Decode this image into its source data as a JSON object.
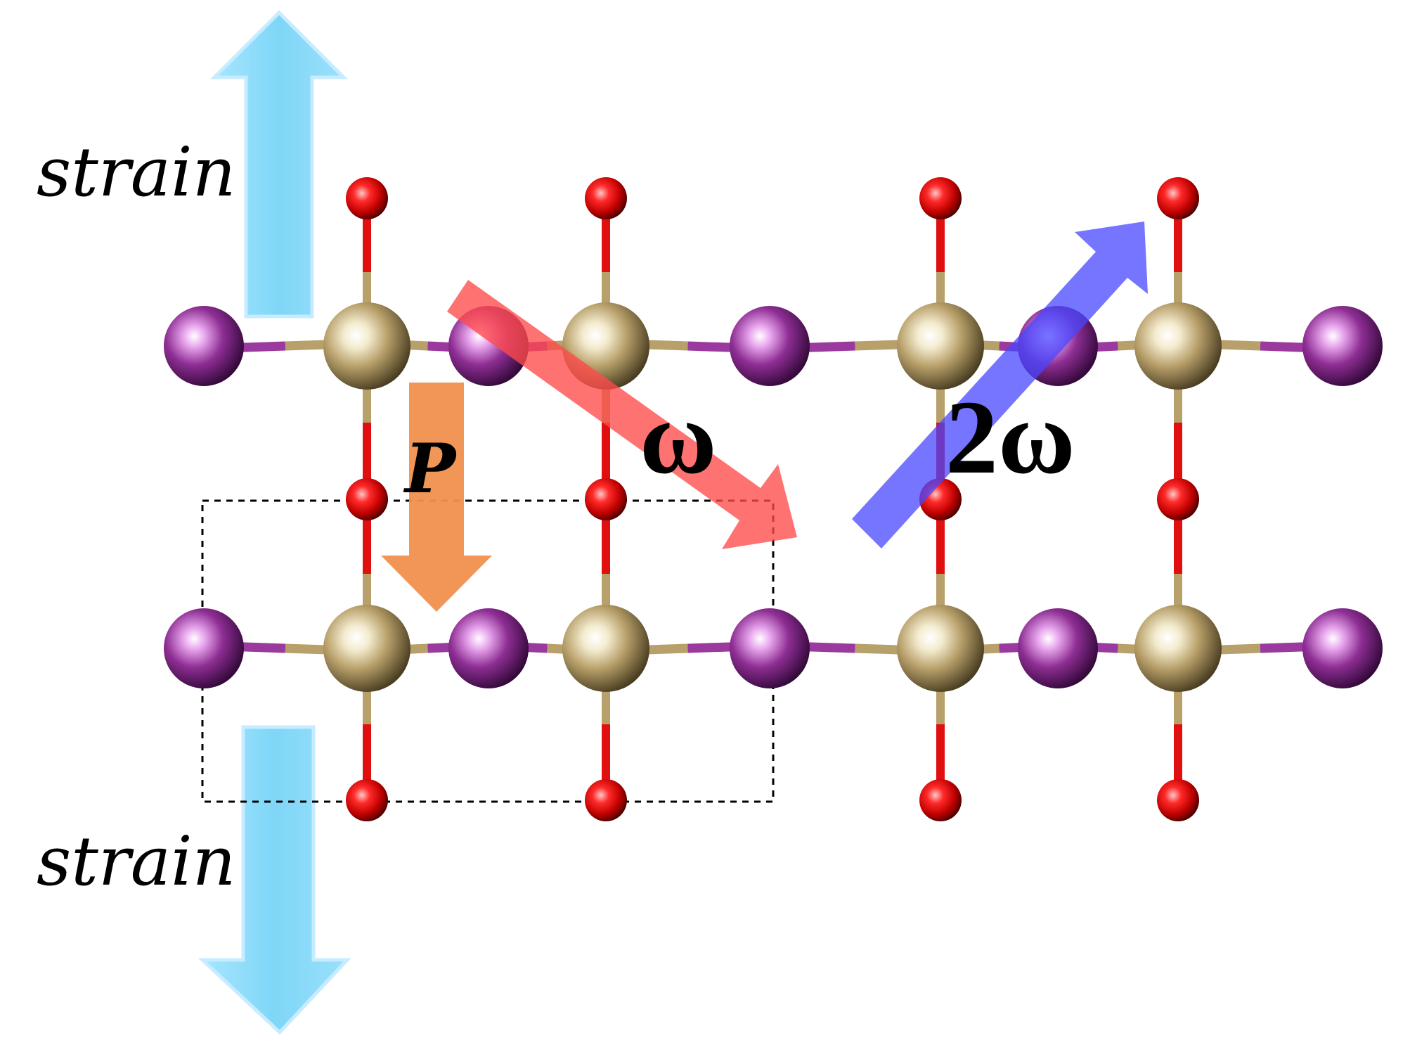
{
  "labels": {
    "strain_top": "strain",
    "strain_bottom": "strain",
    "polarization": "P",
    "omega": "ω",
    "second_harmonic": "2ω"
  },
  "colors": {
    "background": "#ffffff",
    "strain_arrow": "#80d8f8",
    "polarization_arrow": "#f0904e",
    "omega_beam": "#ff5a5a",
    "second_harmonic_beam": "#5050ff",
    "metal_atom": "#b8a06a",
    "halogen_atom": "#9a3a9e",
    "oxygen_atom": "#e01010",
    "unit_cell": "#000000"
  },
  "structure": {
    "atom_types": [
      "metal",
      "halogen",
      "oxygen"
    ],
    "unit_cell_style": "dashed"
  }
}
